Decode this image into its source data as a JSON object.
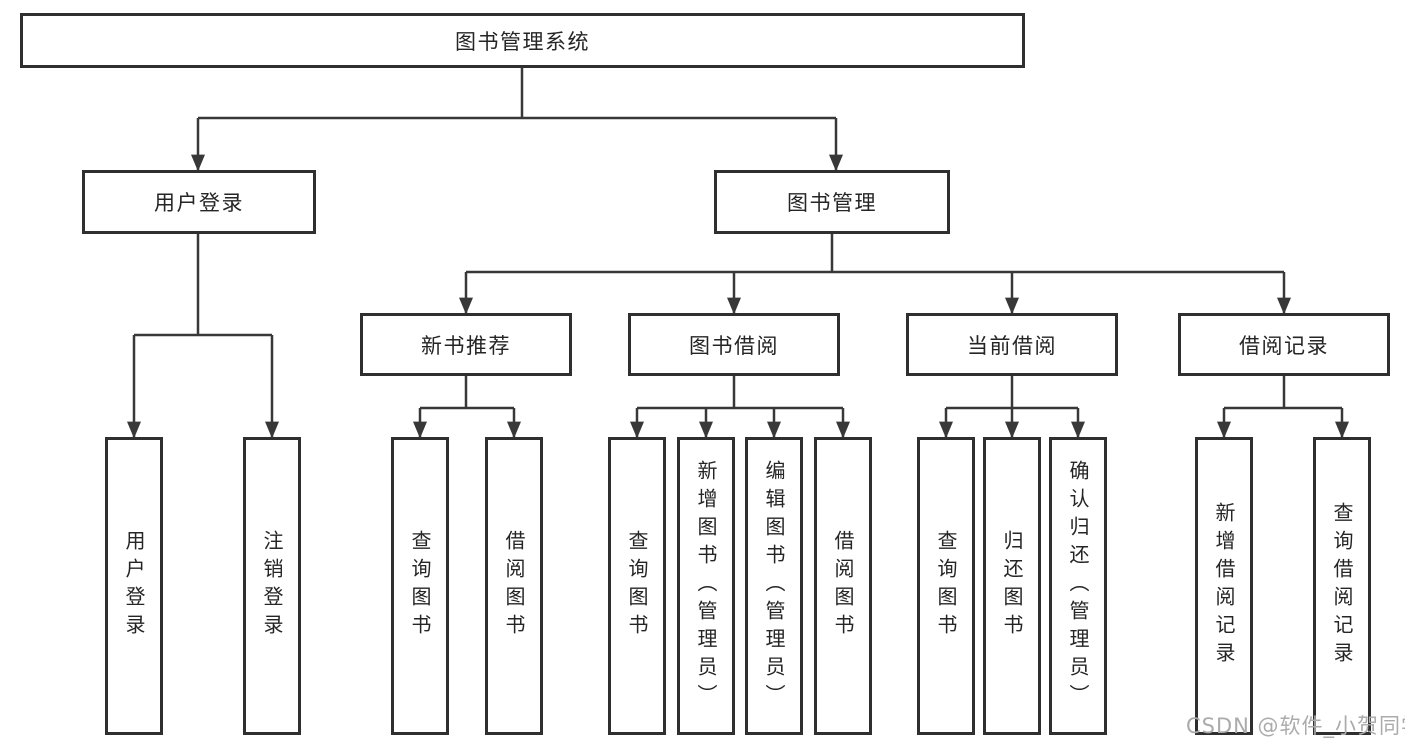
{
  "tree": {
    "label": "图书管理系统",
    "children": [
      {
        "label": "用户登录",
        "children": [
          {
            "label": "用户登录"
          },
          {
            "label": "注销登录"
          }
        ]
      },
      {
        "label": "图书管理",
        "children": [
          {
            "label": "新书推荐",
            "children": [
              {
                "label": "查询图书"
              },
              {
                "label": "借阅图书"
              }
            ]
          },
          {
            "label": "图书借阅",
            "children": [
              {
                "label": "查询图书"
              },
              {
                "label": "新增图书（管理员）"
              },
              {
                "label": "编辑图书（管理员）"
              },
              {
                "label": "借阅图书"
              }
            ]
          },
          {
            "label": "当前借阅",
            "children": [
              {
                "label": "查询图书"
              },
              {
                "label": "归还图书"
              },
              {
                "label": "确认归还（管理员）"
              }
            ]
          },
          {
            "label": "借阅记录",
            "children": [
              {
                "label": "新增借阅记录"
              },
              {
                "label": "查询借阅记录"
              }
            ]
          }
        ]
      }
    ]
  },
  "watermark": {
    "text": "CSDN @软件_小贺同学"
  },
  "colors": {
    "line": "#383838",
    "border": "#2f2f2f",
    "text": "#252525",
    "watermark": "#ababab",
    "background": "#ffffff"
  }
}
